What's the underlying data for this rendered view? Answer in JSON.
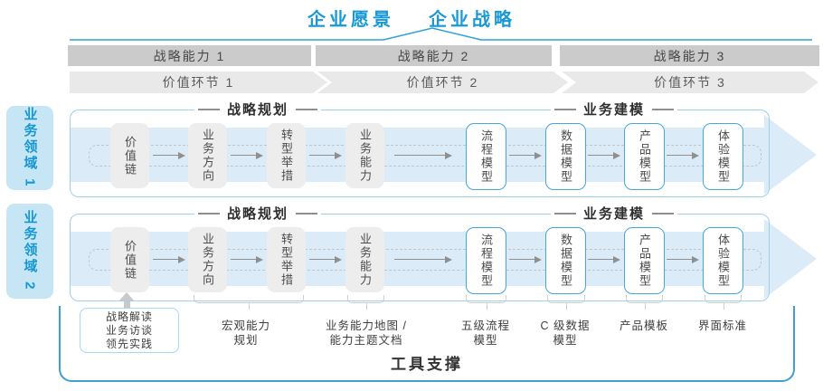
{
  "header": {
    "vision": "企业愿景",
    "strategy": "企业战略"
  },
  "capability_bars": [
    "战略能力 1",
    "战略能力 2",
    "战略能力 3"
  ],
  "value_chain": [
    "价值环节 1",
    "价值环节 2",
    "价值环节 3"
  ],
  "domains": [
    "业务领域 1",
    "业务领域 2"
  ],
  "rows": [
    {
      "planning_title": "战略规划",
      "modeling_title": "业务建模",
      "boxes": [
        "价值链",
        "业务方向",
        "转型举措",
        "业务能力",
        "流程模型",
        "数据模型",
        "产品模型",
        "体验模型"
      ]
    },
    {
      "planning_title": "战略规划",
      "modeling_title": "业务建模",
      "boxes": [
        "价值链",
        "业务方向",
        "转型举措",
        "业务能力",
        "流程模型",
        "数据模型",
        "产品模型",
        "体验模型"
      ]
    }
  ],
  "annotations": {
    "callout": [
      "战略解读",
      "业务访谈",
      "领先实践"
    ],
    "labels": [
      {
        "line1": "宏观能力",
        "line2": "规划"
      },
      {
        "line1": "业务能力地图 /",
        "line2": "能力主题文档"
      },
      {
        "line1": "五级流程",
        "line2": "模型"
      },
      {
        "line1": "C 级数据",
        "line2": "模型"
      },
      {
        "line1": "产品模板",
        "line2": ""
      },
      {
        "line1": "界面标准",
        "line2": ""
      }
    ]
  },
  "footer": {
    "tool_support": "工具支撑"
  },
  "colors": {
    "accent_blue": "#1899d6",
    "row_border_blue": "#9cd1ea",
    "box_border_blue": "#46a7d8",
    "band_blue": "#dbecf8",
    "domain_bg": "#c6e6f5",
    "bar_gray": "#cbcbcb",
    "chevron_gray": "#e9e9e9",
    "box_gray": "#ededed"
  }
}
